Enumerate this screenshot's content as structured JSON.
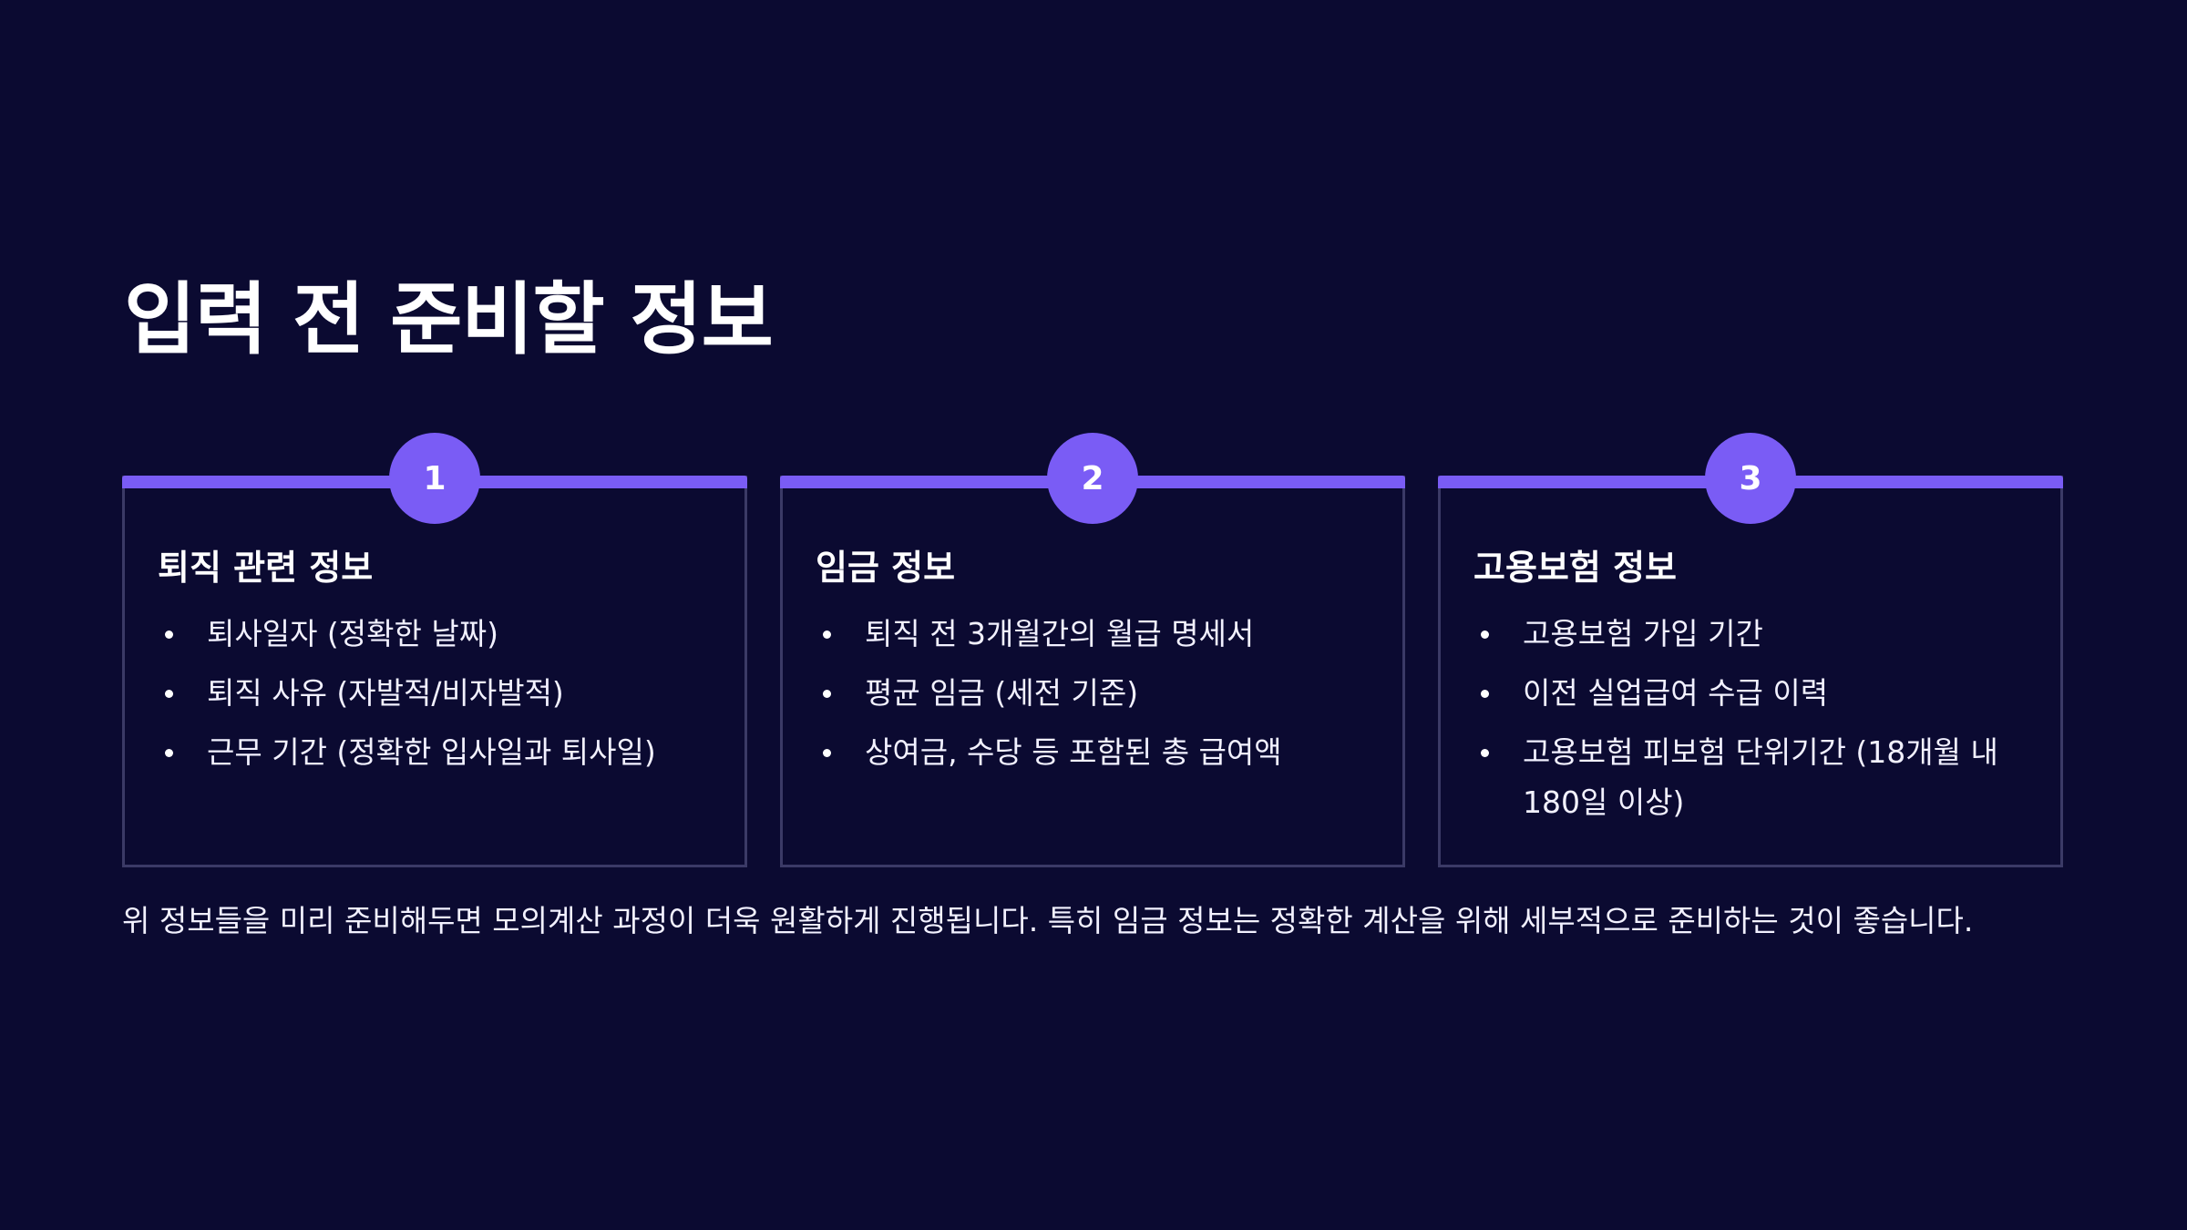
{
  "title": "입력 전 준비할 정보",
  "cards": [
    {
      "number": "1",
      "title": "퇴직 관련 정보",
      "items": [
        "퇴사일자 (정확한 날짜)",
        "퇴직 사유 (자발적/비자발적)",
        "근무 기간 (정확한 입사일과 퇴사일)"
      ]
    },
    {
      "number": "2",
      "title": "임금 정보",
      "items": [
        "퇴직 전 3개월간의 월급 명세서",
        "평균 임금 (세전 기준)",
        "상여금, 수당 등 포함된 총 급여액"
      ]
    },
    {
      "number": "3",
      "title": "고용보험 정보",
      "items": [
        "고용보험 가입 기간",
        "이전 실업급여 수급 이력",
        "고용보험 피보험 단위기간 (18개월 내 180일 이상)"
      ]
    }
  ],
  "note": "위 정보들을 미리 준비해두면 모의계산 과정이 더욱 원활하게 진행됩니다. 특히 임금 정보는 정확한 계산을 위해 세부적으로 준비하는 것이 좋습니다.",
  "colors": {
    "background": "#0b0a31",
    "accent": "#7a5cf5",
    "card_border": "#3b3a66"
  }
}
